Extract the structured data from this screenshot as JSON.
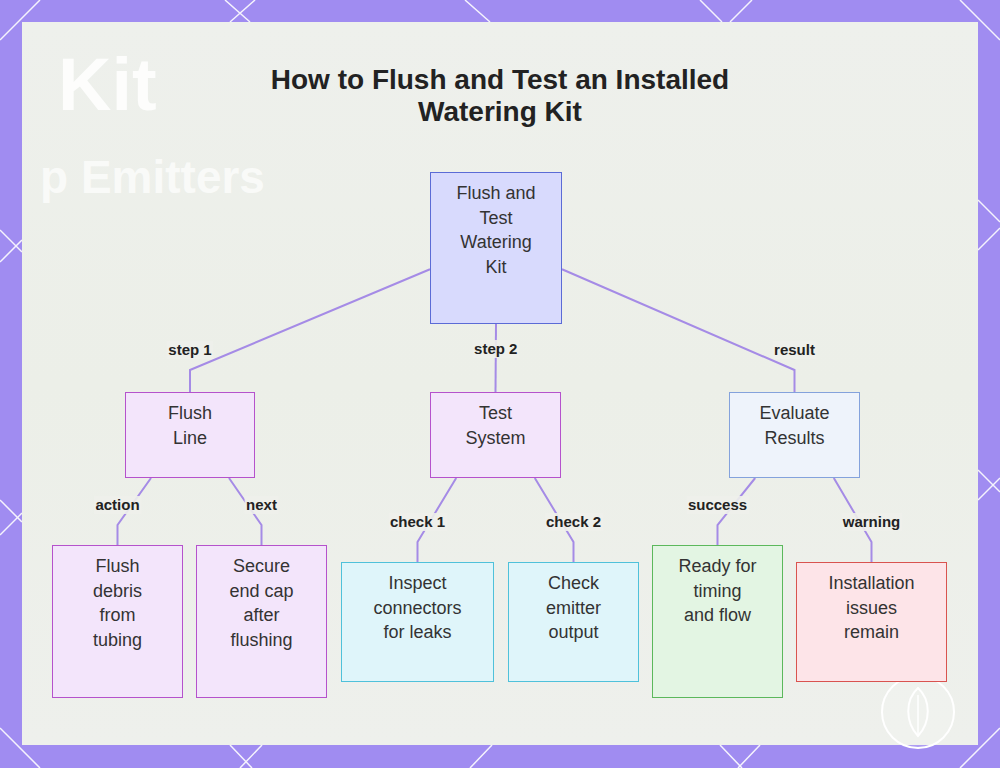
{
  "diagram": {
    "title": "How to Flush and Test an Installed Watering Kit",
    "nodes": [
      {
        "text": [
          "Flush and Test Watering Kit"
        ]
      },
      {
        "text": [
          "Flush Line"
        ]
      },
      {
        "text": [
          "Test System"
        ]
      },
      {
        "text": [
          "Evaluate Results"
        ]
      },
      {
        "text": [
          "Flush debris from tubing"
        ]
      },
      {
        "text": [
          "Secure end cap after flushing"
        ]
      },
      {
        "text": [
          "Inspect connectors for leaks"
        ]
      },
      {
        "text": [
          "Check emitter output"
        ]
      },
      {
        "text": [
          "Ready for timing and flow"
        ]
      },
      {
        "text": [
          "Installation issues remain"
        ]
      }
    ],
    "edges": [
      {
        "from": 0,
        "to": 1,
        "label": "step 1",
        "arrow": "none"
      },
      {
        "from": 0,
        "to": 2,
        "label": "step 2",
        "arrow": "none"
      },
      {
        "from": 0,
        "to": 3,
        "label": "result",
        "arrow": "none"
      },
      {
        "from": 1,
        "to": 4,
        "label": "action",
        "arrow": "none"
      },
      {
        "from": 1,
        "to": 5,
        "label": "next",
        "arrow": "none"
      },
      {
        "from": 2,
        "to": 6,
        "label": "check 1",
        "arrow": "none"
      },
      {
        "from": 2,
        "to": 7,
        "label": "check 2",
        "arrow": "none"
      },
      {
        "from": 3,
        "to": 8,
        "label": "success",
        "arrow": "none"
      },
      {
        "from": 3,
        "to": 9,
        "label": "warning",
        "arrow": "none"
      }
    ],
    "labels": [
      "Kit",
      "p Emitters"
    ]
  }
}
